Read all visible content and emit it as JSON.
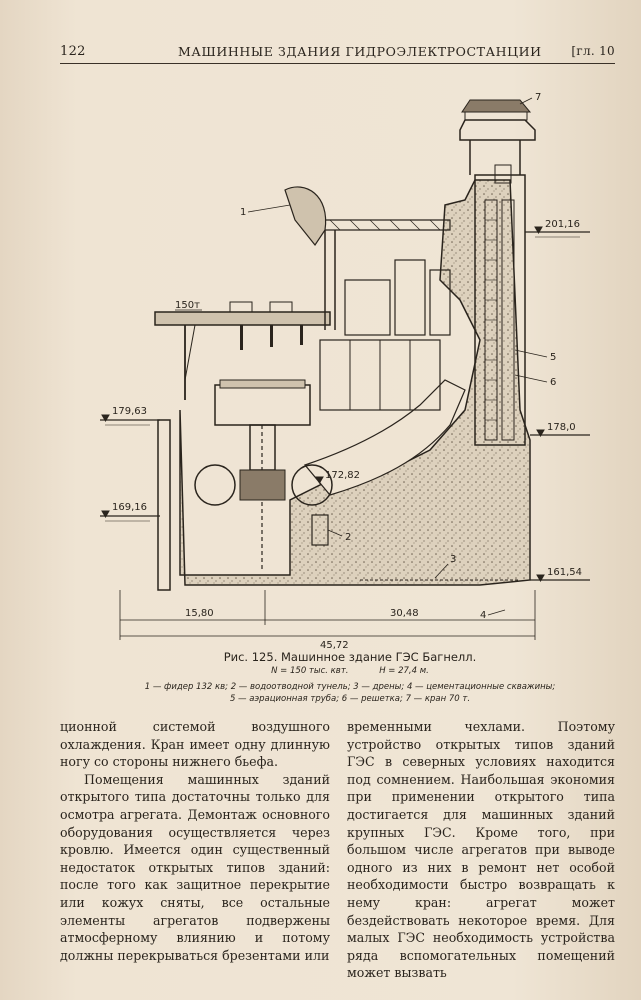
{
  "header": {
    "page_number": "122",
    "title": "МАШИННЫЕ ЗДАНИЯ ГИДРОЭЛЕКТРОСТАНЦИИ",
    "chapter": "[гл. 10"
  },
  "figure": {
    "callouts": [
      "1",
      "2",
      "3",
      "4",
      "5",
      "6",
      "7"
    ],
    "crane_label": "150т",
    "levels": [
      "201,16",
      "179,63",
      "178,0",
      "172,82",
      "169,16",
      "161,54"
    ],
    "dimensions": [
      "15,80",
      "30,48",
      "45,72"
    ]
  },
  "caption": {
    "title": "Рис. 125. Машинное здание ГЭС Багнелл.",
    "param_n": "N = 150 тыс. квт.",
    "param_h": "H = 27,4 м.",
    "legend_line1": "1 — фидер 132 кв; 2 — водоотводной тунель; 3 — дрены; 4 — цементационные скважины;",
    "legend_line2": "5 — аэрационная труба; 6 — решетка; 7 — кран 70 т."
  },
  "body": {
    "left_col": [
      "ционной системой воздушного охлаждения. Кран имеет одну длинную ногу со стороны нижнего бьефа.",
      "Помещения машинных зданий открытого типа достаточны только для осмотра агрегата. Демонтаж основного оборудования осуществляется через кровлю. Имеется один существенный недостаток открытых типов зданий: после того как защитное перекрытие или кожух сняты, все остальные элементы агрегатов подвержены атмосферному влиянию и потому должны перекрываться брезентами или"
    ],
    "right_col": [
      "временными чехлами. Поэтому устройство открытых типов зданий ГЭС в северных условиях находится под сомнением. Наибольшая экономия при применении открытого типа достигается для машинных зданий крупных ГЭС. Кроме того, при большом числе агрегатов при выводе одного из них в ремонт нет особой необходимости быстро возвращать к нему кран: агрегат может бездействовать некоторое время. Для малых ГЭС необходимость устройства ряда вспомогательных помещений может вызвать"
    ]
  },
  "colors": {
    "paper": "#efe4d3",
    "ink": "#2a241d",
    "concrete": "#d9cdb8"
  }
}
